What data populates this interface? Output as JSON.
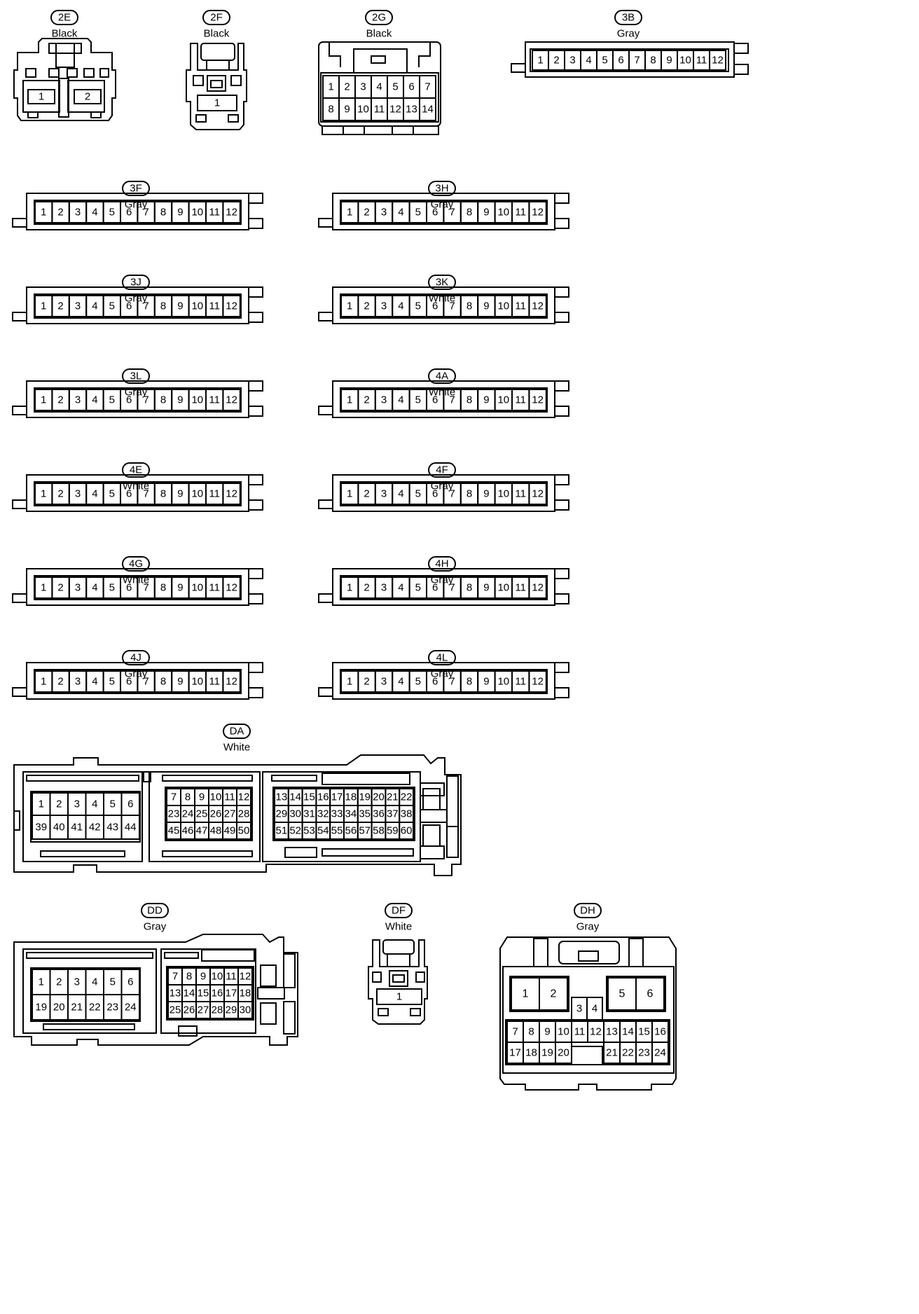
{
  "diagram": {
    "connectors": {
      "c2E": {
        "code": "2E",
        "color": "Black",
        "pins": [
          "1",
          "2"
        ]
      },
      "c2F": {
        "code": "2F",
        "color": "Black",
        "pins": [
          "1"
        ]
      },
      "c2G": {
        "code": "2G",
        "color": "Black",
        "pins": [
          "1",
          "2",
          "3",
          "4",
          "5",
          "6",
          "7",
          "8",
          "9",
          "10",
          "11",
          "12",
          "13",
          "14"
        ]
      },
      "c3B": {
        "code": "3B",
        "color": "Gray",
        "pins": [
          "1",
          "2",
          "3",
          "4",
          "5",
          "6",
          "7",
          "8",
          "9",
          "10",
          "11",
          "12"
        ]
      },
      "c3F": {
        "code": "3F",
        "color": "Gray",
        "pins": [
          "1",
          "2",
          "3",
          "4",
          "5",
          "6",
          "7",
          "8",
          "9",
          "10",
          "11",
          "12"
        ]
      },
      "c3H": {
        "code": "3H",
        "color": "Gray",
        "pins": [
          "1",
          "2",
          "3",
          "4",
          "5",
          "6",
          "7",
          "8",
          "9",
          "10",
          "11",
          "12"
        ]
      },
      "c3J": {
        "code": "3J",
        "color": "Gray",
        "pins": [
          "1",
          "2",
          "3",
          "4",
          "5",
          "6",
          "7",
          "8",
          "9",
          "10",
          "11",
          "12"
        ]
      },
      "c3K": {
        "code": "3K",
        "color": "White",
        "pins": [
          "1",
          "2",
          "3",
          "4",
          "5",
          "6",
          "7",
          "8",
          "9",
          "10",
          "11",
          "12"
        ]
      },
      "c3L": {
        "code": "3L",
        "color": "Gray",
        "pins": [
          "1",
          "2",
          "3",
          "4",
          "5",
          "6",
          "7",
          "8",
          "9",
          "10",
          "11",
          "12"
        ]
      },
      "c4A": {
        "code": "4A",
        "color": "White",
        "pins": [
          "1",
          "2",
          "3",
          "4",
          "5",
          "6",
          "7",
          "8",
          "9",
          "10",
          "11",
          "12"
        ]
      },
      "c4E": {
        "code": "4E",
        "color": "White",
        "pins": [
          "1",
          "2",
          "3",
          "4",
          "5",
          "6",
          "7",
          "8",
          "9",
          "10",
          "11",
          "12"
        ]
      },
      "c4F": {
        "code": "4F",
        "color": "Gray",
        "pins": [
          "1",
          "2",
          "3",
          "4",
          "5",
          "6",
          "7",
          "8",
          "9",
          "10",
          "11",
          "12"
        ]
      },
      "c4G": {
        "code": "4G",
        "color": "White",
        "pins": [
          "1",
          "2",
          "3",
          "4",
          "5",
          "6",
          "7",
          "8",
          "9",
          "10",
          "11",
          "12"
        ]
      },
      "c4H": {
        "code": "4H",
        "color": "Gray",
        "pins": [
          "1",
          "2",
          "3",
          "4",
          "5",
          "6",
          "7",
          "8",
          "9",
          "10",
          "11",
          "12"
        ]
      },
      "c4J": {
        "code": "4J",
        "color": "Gray",
        "pins": [
          "1",
          "2",
          "3",
          "4",
          "5",
          "6",
          "7",
          "8",
          "9",
          "10",
          "11",
          "12"
        ]
      },
      "c4L": {
        "code": "4L",
        "color": "Gray",
        "pins": [
          "1",
          "2",
          "3",
          "4",
          "5",
          "6",
          "7",
          "8",
          "9",
          "10",
          "11",
          "12"
        ]
      },
      "cDA": {
        "code": "DA",
        "color": "White",
        "left": [
          "1",
          "2",
          "3",
          "4",
          "5",
          "6",
          "39",
          "40",
          "41",
          "42",
          "43",
          "44"
        ],
        "mid": [
          "7",
          "8",
          "9",
          "10",
          "11",
          "12",
          "23",
          "24",
          "25",
          "26",
          "27",
          "28",
          "45",
          "46",
          "47",
          "48",
          "49",
          "50"
        ],
        "right": [
          "13",
          "14",
          "15",
          "16",
          "17",
          "18",
          "19",
          "20",
          "21",
          "22",
          "29",
          "30",
          "31",
          "32",
          "33",
          "34",
          "35",
          "36",
          "37",
          "38",
          "51",
          "52",
          "53",
          "54",
          "55",
          "56",
          "57",
          "58",
          "59",
          "60"
        ]
      },
      "cDD": {
        "code": "DD",
        "color": "Gray",
        "left": [
          "1",
          "2",
          "3",
          "4",
          "5",
          "6",
          "19",
          "20",
          "21",
          "22",
          "23",
          "24"
        ],
        "mid": [
          "7",
          "8",
          "9",
          "10",
          "11",
          "12",
          "13",
          "14",
          "15",
          "16",
          "17",
          "18",
          "25",
          "26",
          "27",
          "28",
          "29",
          "30"
        ]
      },
      "cDF": {
        "code": "DF",
        "color": "White",
        "pins": [
          "1"
        ]
      },
      "cDH": {
        "code": "DH",
        "color": "Gray",
        "pins": [
          "1",
          "2",
          "3",
          "4",
          "5",
          "6",
          "7",
          "8",
          "9",
          "10",
          "11",
          "12",
          "13",
          "14",
          "15",
          "16",
          "17",
          "18",
          "19",
          "20",
          "21",
          "22",
          "23",
          "24"
        ]
      }
    }
  }
}
